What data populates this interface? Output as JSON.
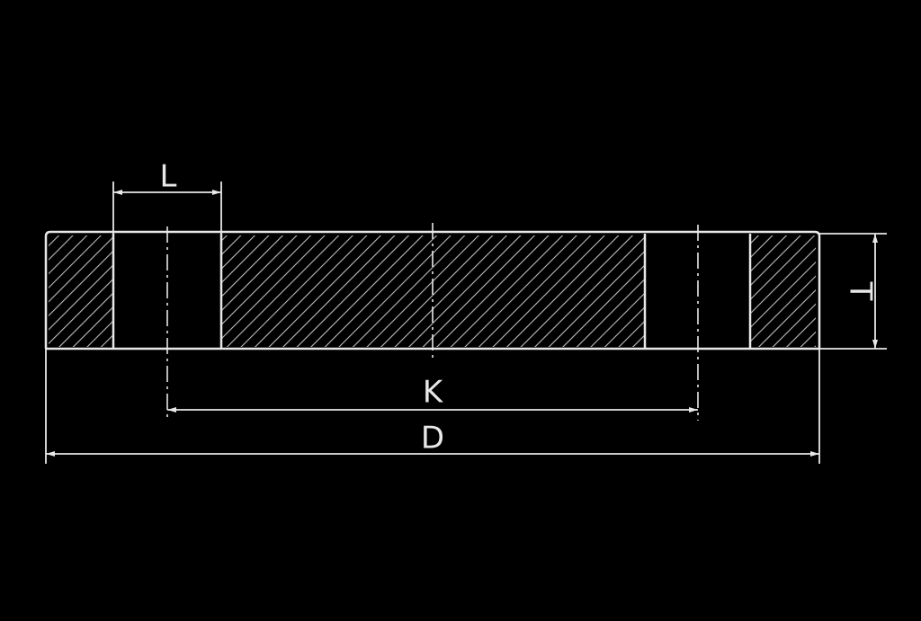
{
  "diagram": {
    "labels": {
      "L": "L",
      "K": "K",
      "D": "D",
      "T": "T"
    },
    "colors": {
      "background": "#000000",
      "line": "#e8e8e8",
      "hatch": "#bdbdbd"
    }
  }
}
